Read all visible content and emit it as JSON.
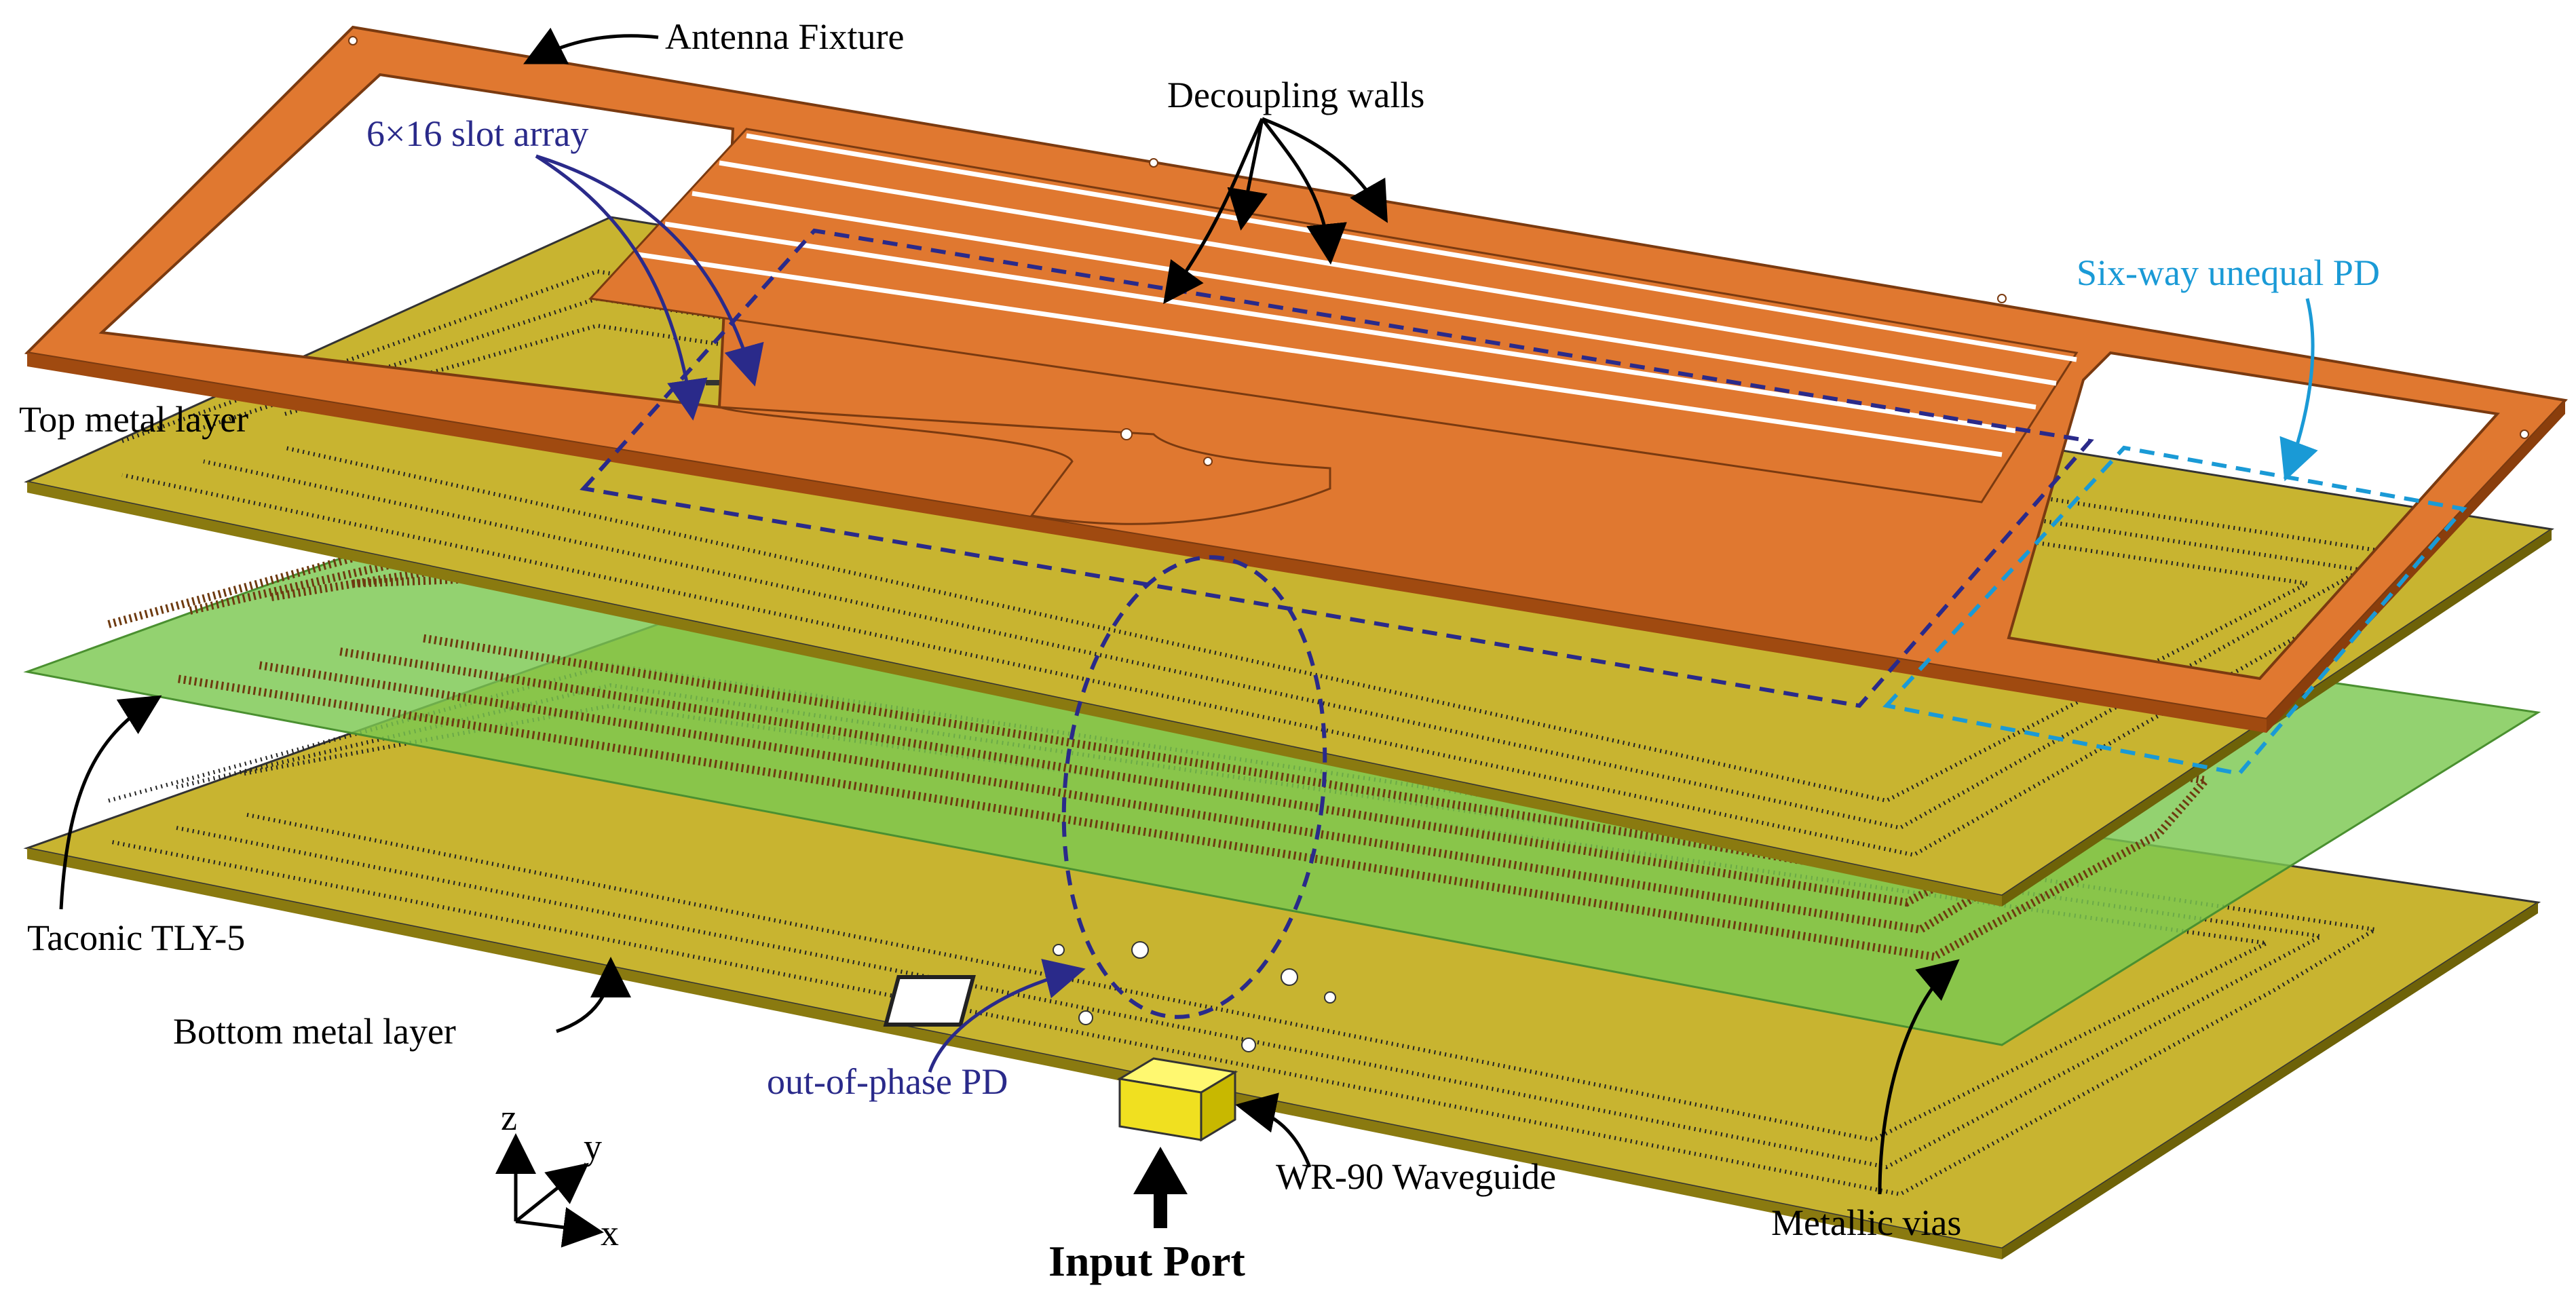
{
  "labels": {
    "antenna_fixture": "Antenna Fixture",
    "decoupling_walls": "Decoupling walls",
    "slot_array": "6×16 slot array",
    "six_way_pd": "Six-way unequal PD",
    "top_metal_layer": "Top metal layer",
    "taconic": "Taconic TLY-5",
    "bottom_metal_layer": "Bottom metal layer",
    "out_of_phase_pd": "out-of-phase PD",
    "wr90_waveguide": "WR-90 Waveguide",
    "metallic_vias": "Metallic vias",
    "input_port": "Input Port",
    "axis_z": "z",
    "axis_y": "y",
    "axis_x": "x"
  },
  "colors": {
    "metal_layer": "#c8b430",
    "substrate": "#7bc850",
    "fixture": "#e07830",
    "navy_label": "#2a2a8a",
    "cyan_label": "#1a9ad6",
    "waveguide": "#f0e020"
  }
}
